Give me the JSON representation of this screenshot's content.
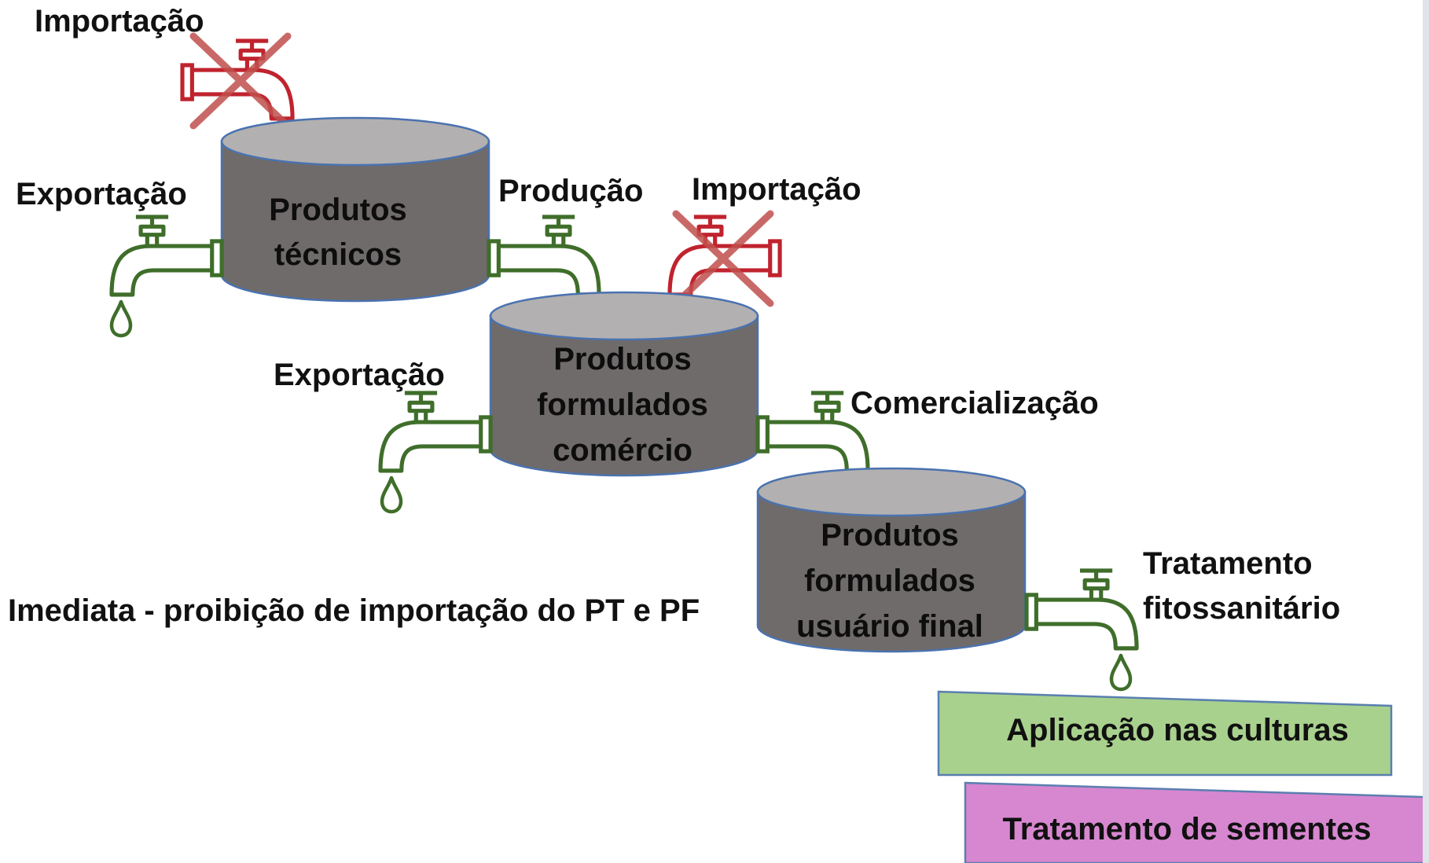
{
  "colors": {
    "tank_body": "#6f6b6a",
    "tank_top": "#b2b0b0",
    "tank_outline": "#4a72b0",
    "faucet_green": "#3f6e2a",
    "faucet_red": "#c0232e",
    "cross": "#c0504d",
    "box_green_fill": "#a9d18e",
    "box_green_stroke": "#5a7fb0",
    "box_pink_fill": "#d787d0",
    "box_pink_stroke": "#5a7fb0"
  },
  "labels": {
    "import_top": "Importação",
    "export_1": "Exportação",
    "production": "Produção",
    "import_mid": "Importação",
    "export_2": "Exportação",
    "commercialization": "Comercialização",
    "treatment_line1": "Tratamento",
    "treatment_line2": "fitossanitário",
    "caption": "Imediata - proibição de importação do PT e PF"
  },
  "tanks": {
    "technical": {
      "line1": "Produtos",
      "line2": "técnicos"
    },
    "formulated_trade": {
      "line1": "Produtos",
      "line2": "formulados",
      "line3": "comércio"
    },
    "formulated_end_user": {
      "line1": "Produtos",
      "line2": "formulados",
      "line3": "usuário final"
    }
  },
  "boxes": {
    "application": "Aplicação nas culturas",
    "seed_treatment": "Tratamento de sementes"
  },
  "icons": {
    "faucet": "faucet-icon",
    "drop": "drop-icon",
    "prohibited": "cross-icon"
  }
}
